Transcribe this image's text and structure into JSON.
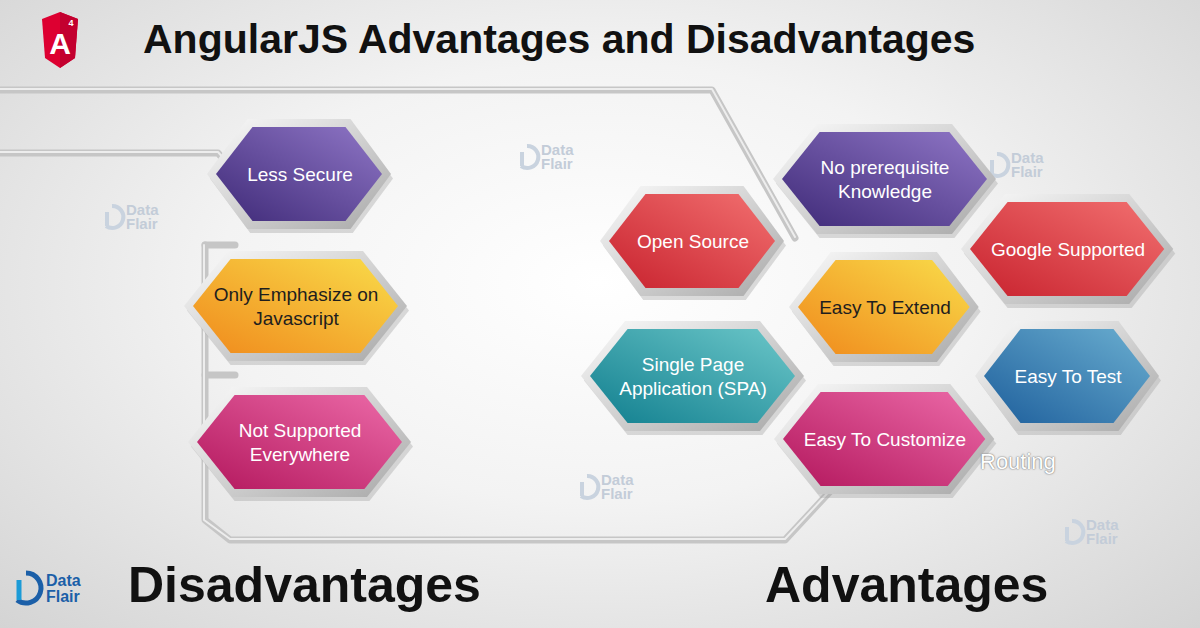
{
  "diagram": {
    "title": "AngularJS Advantages and Disadvantages",
    "nodes": [
      {
        "text": [
          "Less Secure"
        ]
      },
      {
        "text": [
          "Only Emphasize on Javascript"
        ]
      },
      {
        "text": [
          "Not Supported Everywhere"
        ]
      },
      {
        "text": [
          "Open Source"
        ]
      },
      {
        "text": [
          "Single Page Application (SPA)"
        ]
      },
      {
        "text": [
          "No prerequisite Knowledge"
        ]
      },
      {
        "text": [
          "Easy To Extend"
        ]
      },
      {
        "text": [
          "Easy To Customize"
        ]
      },
      {
        "text": [
          "Google Supported"
        ]
      },
      {
        "text": [
          "Easy To Test"
        ]
      }
    ],
    "labels": [
      "A",
      "4",
      "Data Flair",
      "Data Flair",
      "Data Flair",
      "Routing",
      "Data Flair",
      "Data Flair",
      "Disadvantages",
      "Advantages",
      "Data Flair"
    ]
  }
}
